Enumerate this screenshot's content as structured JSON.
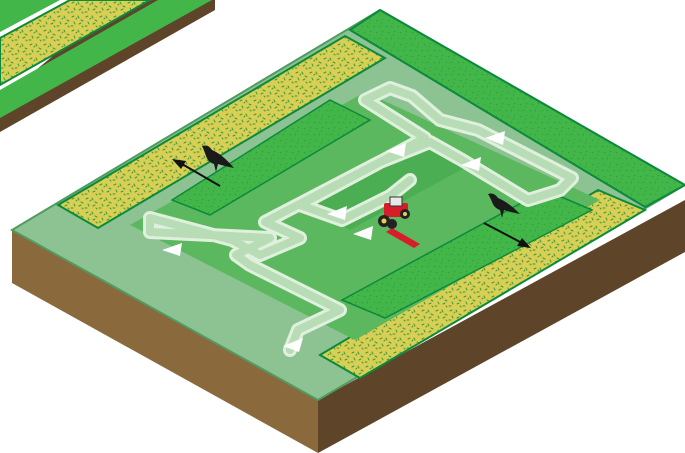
{
  "colors": {
    "background": "#ffffff",
    "soil_side": "#8a6a3c",
    "soil_dark": "#5e4429",
    "soil_darkest": "#45321f",
    "ground_light": "#8dc393",
    "ground_edge": "#4f9c61",
    "crop_green": "#43b649",
    "crop_edge": "#0c8a3c",
    "stubble_yellow": "#d9cf55",
    "speckle_green": "#3a9a3c",
    "path_light": "#b7dcb6",
    "path_edge": "#dff0dd",
    "arrow_white": "#ffffff",
    "tractor_red": "#d71d2a",
    "bird_black": "#1a1a1a"
  },
  "legend_icons": [
    "bird-silhouette-icon",
    "tractor-icon",
    "direction-arrow-icon"
  ],
  "mowing_direction": "centre-outwards",
  "mowing_arrow_count": 8,
  "birds_escape_arrows": 2
}
